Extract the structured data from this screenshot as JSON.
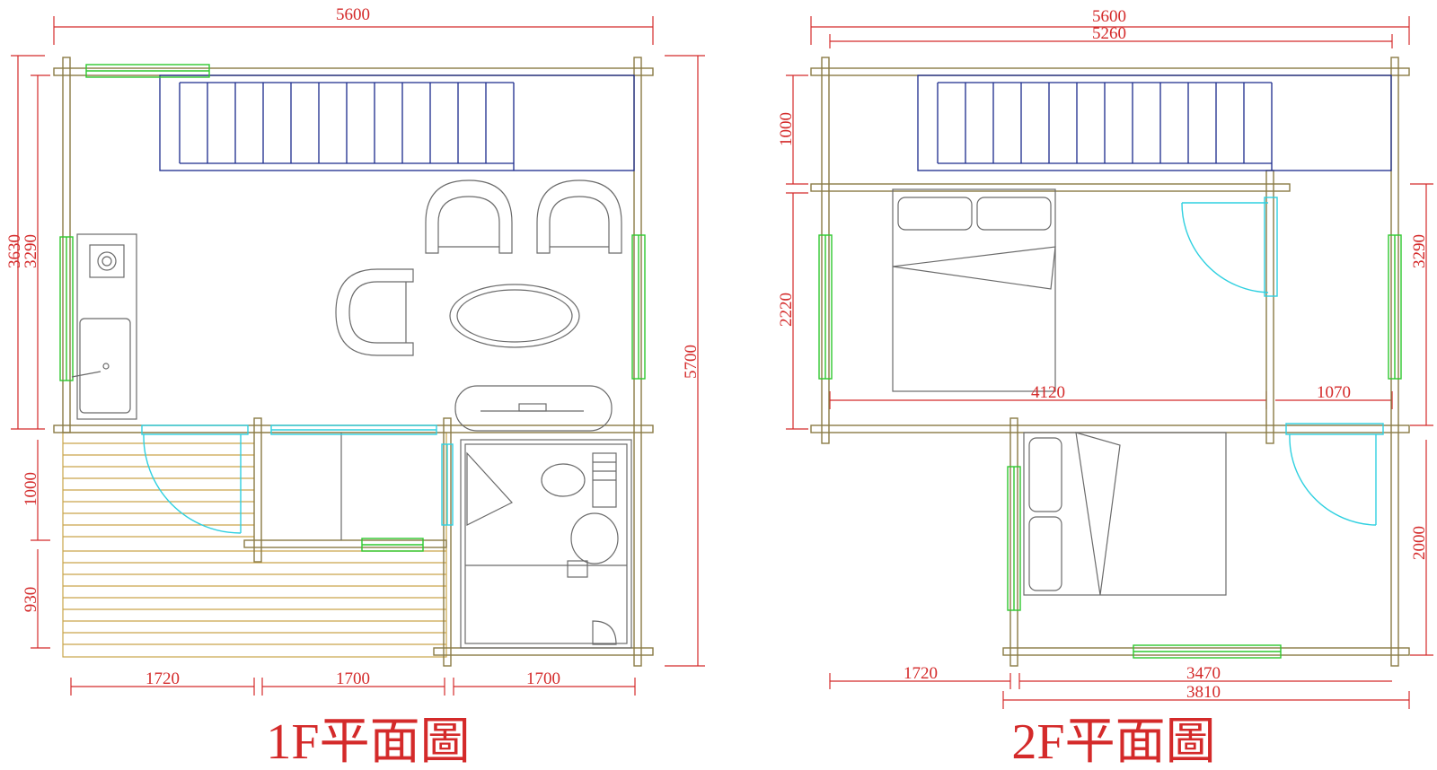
{
  "plans": {
    "first_floor": {
      "title": "1F平面圖",
      "dims": {
        "top_width": "5600",
        "left_outer": "3630",
        "left_inner": "3290",
        "right_height": "5700",
        "porch_depth": "1000",
        "porch_lower": "930",
        "bottom_a": "1720",
        "bottom_b": "1700",
        "bottom_c": "1700"
      }
    },
    "second_floor": {
      "title": "2F平面圖",
      "dims": {
        "top_width": "5600",
        "top_inner": "5260",
        "left_upper": "1000",
        "left_lower": "2220",
        "right_upper": "3290",
        "right_lower": "2000",
        "room_width": "4120",
        "hall_width": "1070",
        "bottom_left": "1720",
        "bottom_inner": "3470",
        "bottom_outer": "3810"
      }
    }
  },
  "colors": {
    "dimension": "#d42a2a",
    "wall": "#8a7a45",
    "deck": "#c9a54a",
    "stair": "#1a2a8c",
    "window": "#2ec82e",
    "door": "#2fd0e0",
    "furniture": "#6b6b6b"
  }
}
